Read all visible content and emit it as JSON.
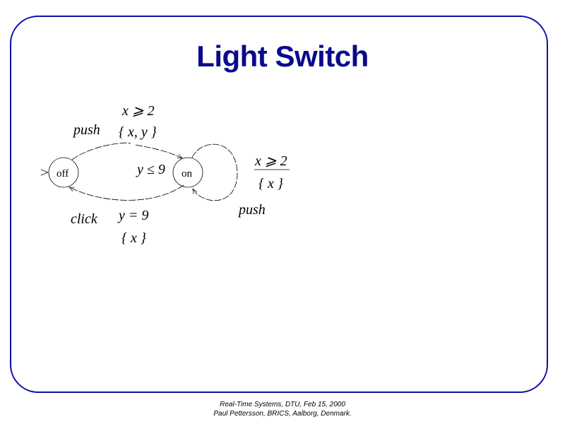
{
  "slide": {
    "title": "Light Switch"
  },
  "diagram": {
    "states": {
      "off": "off",
      "on": "on"
    },
    "edge_push_top": {
      "action": "push",
      "guard": "x ⩾ 2",
      "reset": "{ x, y }"
    },
    "invariant_on": "y ≤ 9",
    "edge_click": {
      "action": "click",
      "guard": "y = 9",
      "reset": "{ x }"
    },
    "edge_push_loop": {
      "action": "push",
      "guard": "x ⩾ 2",
      "reset": "{ x }"
    }
  },
  "footer": {
    "line1": "Real-Time Systems, DTU, Feb 15, 2000",
    "line2": "Paul Pettersson, BRICS, Aalborg, Denmark."
  }
}
